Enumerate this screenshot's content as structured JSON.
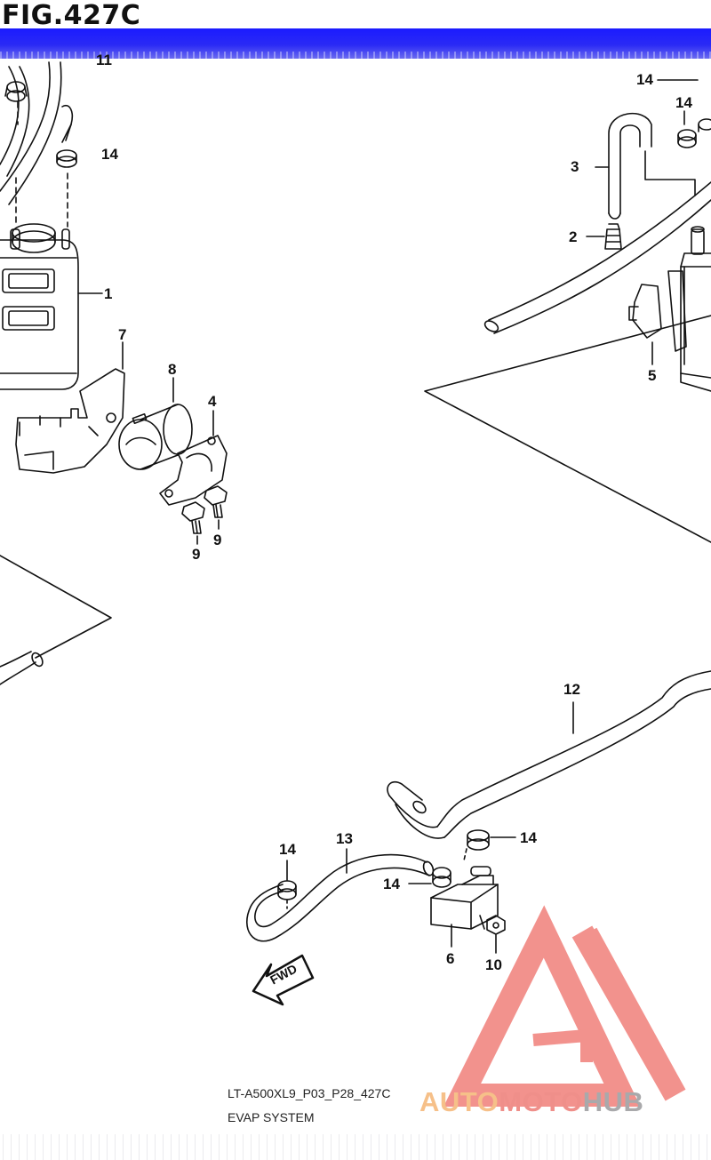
{
  "figure": {
    "title": "FIG.427C",
    "model_code": "LT-A500XL9_P03_P28_427C",
    "section": "EVAP SYSTEM",
    "direction_label": "FWD"
  },
  "callouts": [
    {
      "id": "c-11-top",
      "label": "11"
    },
    {
      "id": "c-14-a",
      "label": "14"
    },
    {
      "id": "c-1",
      "label": "1"
    },
    {
      "id": "c-7",
      "label": "7"
    },
    {
      "id": "c-8",
      "label": "8"
    },
    {
      "id": "c-4",
      "label": "4"
    },
    {
      "id": "c-9-a",
      "label": "9"
    },
    {
      "id": "c-9-b",
      "label": "9"
    },
    {
      "id": "c-14-b",
      "label": "14"
    },
    {
      "id": "c-14-c",
      "label": "14"
    },
    {
      "id": "c-3",
      "label": "3"
    },
    {
      "id": "c-2",
      "label": "2"
    },
    {
      "id": "c-5",
      "label": "5"
    },
    {
      "id": "c-12",
      "label": "12"
    },
    {
      "id": "c-13",
      "label": "13"
    },
    {
      "id": "c-14-d",
      "label": "14"
    },
    {
      "id": "c-14-e",
      "label": "14"
    },
    {
      "id": "c-14-f",
      "label": "14"
    },
    {
      "id": "c-6",
      "label": "6"
    },
    {
      "id": "c-10",
      "label": "10"
    }
  ],
  "watermark": {
    "part1": "AUTO",
    "part2": "MOTO",
    "part3": "HUB",
    "colors": {
      "auto": "#f6c089",
      "moto": "#ef8f8a",
      "hub": "#a9a9ab",
      "logo": "#f07f7a"
    }
  },
  "colors": {
    "band": "#1b1bff",
    "line": "#111111"
  }
}
